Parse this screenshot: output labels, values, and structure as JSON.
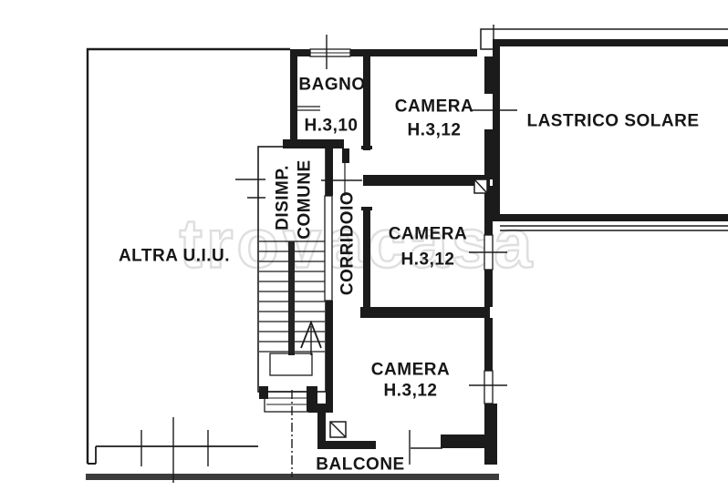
{
  "watermark": "trovacasa",
  "labels": {
    "bagno": {
      "name": "BAGNO",
      "height": "H.3,10"
    },
    "camera_top": {
      "name": "CAMERA",
      "height": "H.3,12"
    },
    "camera_middle": {
      "name": "CAMERA",
      "height": "H.3,12"
    },
    "camera_bottom": {
      "name": "CAMERA",
      "height": "H.3,12"
    },
    "lastrico_solare": {
      "name": "LASTRICO SOLARE"
    },
    "altra_uiu": {
      "name": "ALTRA U.I.U."
    },
    "disimpegno": {
      "line1": "DISIMP.",
      "line2": "COMUNE"
    },
    "corridoio": {
      "name": "CORRIDOIO"
    },
    "balcone": {
      "name": "BALCONE"
    }
  },
  "colors": {
    "wall": "#1b1b1b",
    "balcony_edge": "#3c3c3c",
    "watermark": "#c4c4c4",
    "background": "#ffffff"
  }
}
